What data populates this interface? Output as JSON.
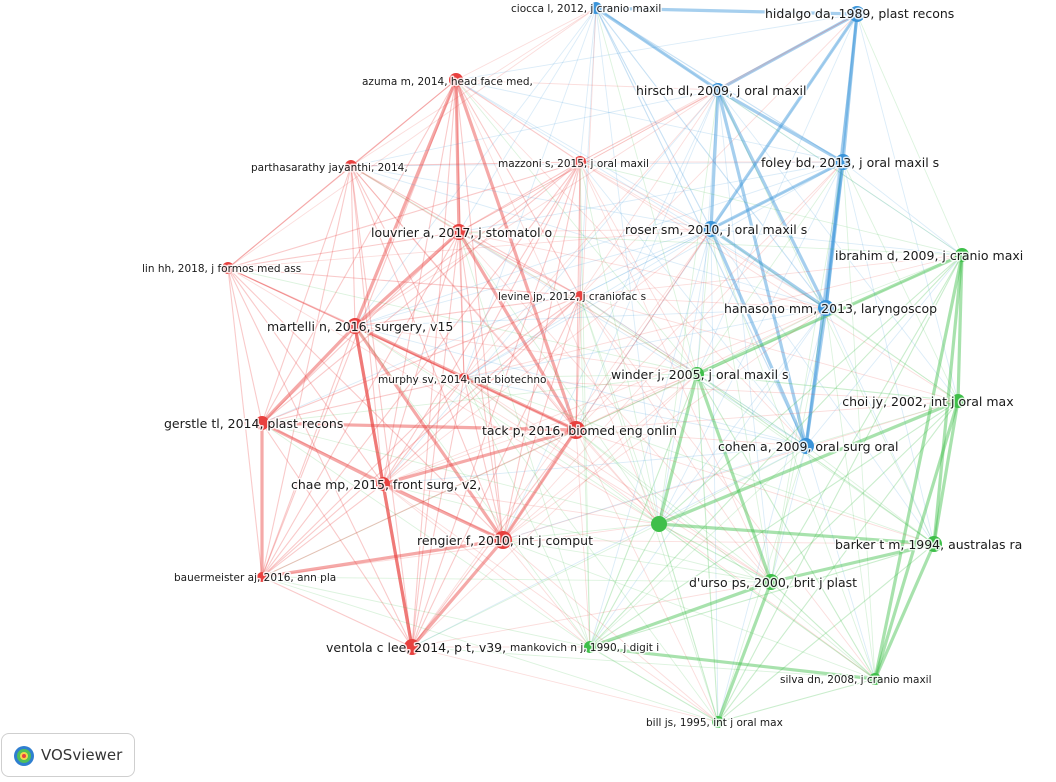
{
  "app": {
    "logo_text": "VOSviewer"
  },
  "colors": {
    "cluster_1": "#e8413f",
    "cluster_2": "#3a94d9",
    "cluster_3": "#3fbf4a"
  },
  "nodes": [
    {
      "id": "ciocca",
      "label": "ciocca l, 2012, j cranio maxil",
      "cluster": 2
    },
    {
      "id": "hidalgo",
      "label": "hidalgo da, 1989, plast recons",
      "cluster": 2
    },
    {
      "id": "azuma",
      "label": "azuma m, 2014, head face med,",
      "cluster": 1
    },
    {
      "id": "hirsch",
      "label": "hirsch dl, 2009, j oral maxil",
      "cluster": 2
    },
    {
      "id": "parthasarathy",
      "label": "parthasarathy jayanthi, 2014,",
      "cluster": 1
    },
    {
      "id": "mazzoni",
      "label": "mazzoni s, 2015, j oral maxil",
      "cluster": 1
    },
    {
      "id": "foley",
      "label": "foley bd, 2013, j oral maxil s",
      "cluster": 2
    },
    {
      "id": "louvrier",
      "label": "louvrier a, 2017, j stomatol o",
      "cluster": 1
    },
    {
      "id": "roser",
      "label": "roser sm, 2010, j oral maxil s",
      "cluster": 2
    },
    {
      "id": "ibrahim",
      "label": "ibrahim d, 2009, j cranio maxi",
      "cluster": 3
    },
    {
      "id": "linhh",
      "label": "lin hh, 2018, j formos med ass",
      "cluster": 1
    },
    {
      "id": "levine",
      "label": "levine jp, 2012, j craniofac s",
      "cluster": 1
    },
    {
      "id": "hanasono",
      "label": "hanasono mm, 2013, laryngoscop",
      "cluster": 2
    },
    {
      "id": "martelli",
      "label": "martelli n, 2016, surgery, v15",
      "cluster": 1
    },
    {
      "id": "winder",
      "label": "winder j, 2005, j oral maxil s",
      "cluster": 3
    },
    {
      "id": "murphy",
      "label": "murphy sv, 2014, nat biotechno",
      "cluster": 1
    },
    {
      "id": "choi",
      "label": "choi jy, 2002, int j oral max",
      "cluster": 3
    },
    {
      "id": "gerstle",
      "label": "gerstle tl, 2014, plast recons",
      "cluster": 1
    },
    {
      "id": "tack",
      "label": "tack p, 2016, biomed eng onlin",
      "cluster": 1
    },
    {
      "id": "cohen",
      "label": "cohen a, 2009, oral surg oral",
      "cluster": 2
    },
    {
      "id": "chae",
      "label": "chae mp, 2015, front surg, v2,",
      "cluster": 1
    },
    {
      "id": "unlabeled",
      "label": "",
      "cluster": 3
    },
    {
      "id": "rengier",
      "label": "rengier f, 2010, int j comput",
      "cluster": 1
    },
    {
      "id": "barker",
      "label": "barker t m, 1994, australas ra",
      "cluster": 3
    },
    {
      "id": "durso",
      "label": "d'urso ps, 2000, brit j plast",
      "cluster": 3
    },
    {
      "id": "bauermeister",
      "label": "bauermeister aj, 2016, ann pla",
      "cluster": 1
    },
    {
      "id": "ventola",
      "label": "ventola c lee, 2014, p t, v39,",
      "cluster": 1
    },
    {
      "id": "mankovich",
      "label": "mankovich n j, 1990, j digit i",
      "cluster": 3
    },
    {
      "id": "silva",
      "label": "silva dn, 2008, j cranio maxil",
      "cluster": 3
    },
    {
      "id": "bill",
      "label": "bill js, 1995, int j oral max",
      "cluster": 3
    }
  ]
}
